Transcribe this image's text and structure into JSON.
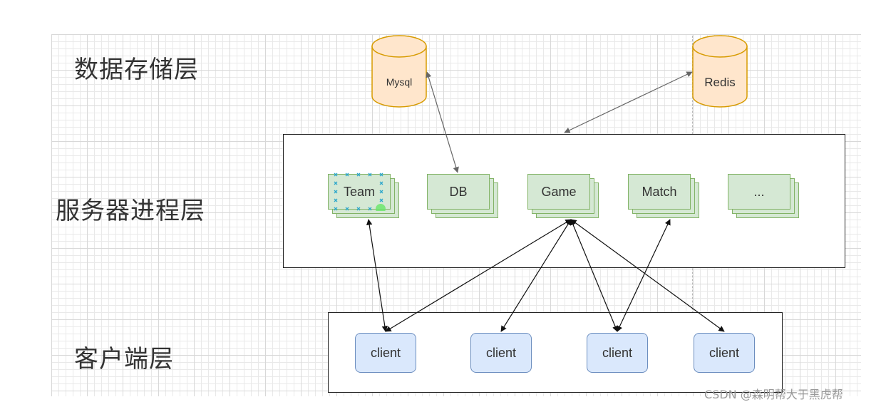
{
  "layers": {
    "storage": "数据存储层",
    "server": "服务器进程层",
    "client": "客户端层"
  },
  "databases": {
    "mysql": "Mysql",
    "redis": "Redis"
  },
  "processes": [
    "Team",
    "DB",
    "Game",
    "Match",
    "..."
  ],
  "clients": [
    "client",
    "client",
    "client",
    "client"
  ],
  "watermark": "CSDN @森明帮大于黑虎帮",
  "colors": {
    "process_fill": "#d5e8d4",
    "process_border": "#82b366",
    "client_fill": "#dae8fc",
    "client_border": "#6c8ebf",
    "db_fill": "#ffe6cc",
    "db_border": "#d79b00",
    "selection_marker": "#2ba6cb",
    "selection_handle": "#66e666"
  }
}
